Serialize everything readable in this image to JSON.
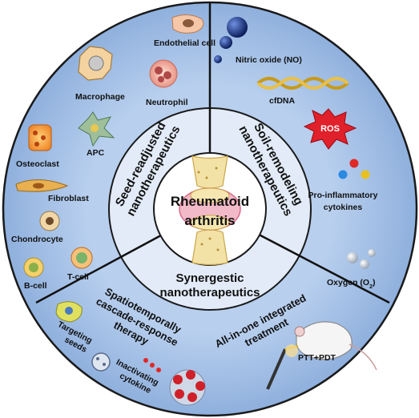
{
  "center": {
    "line1": "Rheumatoid",
    "line2": "arthritis"
  },
  "sections": {
    "seed": {
      "line1": "Seed-readjusted",
      "line2": "nanotherapeutics"
    },
    "soil": {
      "line1": "Soil-remodeling",
      "line2": "nanotherapeutics"
    },
    "synergy": {
      "line1": "Synergestic",
      "line2": "nanotherapeutics"
    }
  },
  "seed_cells": [
    "Endothelial cell",
    "Macrophage",
    "Neutrophil",
    "APC",
    "Osteoclast",
    "Fibroblast",
    "Chondrocyte",
    "T-cell",
    "B-cell"
  ],
  "soil_factors": {
    "no": "Nitric oxide (NO)",
    "cfdna": "cfDNA",
    "ros": "ROS",
    "cytokines_1": "Pro-inflammatory",
    "cytokines_2": "cytokines",
    "oxygen": "Oxygen (O",
    "oxygen_sub": "2",
    "oxygen_close": ")"
  },
  "synergy_parts": {
    "cascade_1": "Spatiotemporally",
    "cascade_2": "cascade-response",
    "cascade_3": "therapy",
    "targeting_1": "Targeting",
    "targeting_2": "seeds",
    "inactivating_1": "Inactivating",
    "inactivating_2": "cytokine",
    "allinone_1": "All-in-one integrated",
    "allinone_2": "treatment",
    "ptt": "PTT+PDT"
  },
  "colors": {
    "outer_ring": "#a9c3e8",
    "inner_ring": "#dfe8f5",
    "center_circle": "#ffffff",
    "divider": "#111111",
    "ros": "#e0202a"
  }
}
